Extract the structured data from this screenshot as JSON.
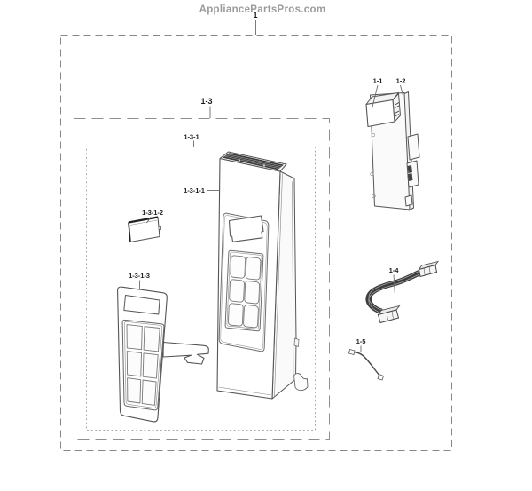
{
  "watermark": "AppliancePartsPros.com",
  "diagram": {
    "colors": {
      "line": "#555555",
      "label": "#1c1c1c",
      "watermark": "#9b9b9b",
      "louver_fill": "#3b3b3b",
      "background": "#ffffff"
    },
    "part_labels": {
      "main": "1",
      "p1_1": "1-1",
      "p1_2": "1-2",
      "p1_3": "1-3",
      "p1_3_1": "1-3-1",
      "p1_3_1_1": "1-3-1-1",
      "p1_3_1_2": "1-3-1-2",
      "p1_3_1_3": "1-3-1-3",
      "p1_4": "1-4",
      "p1_5": "1-5"
    }
  }
}
